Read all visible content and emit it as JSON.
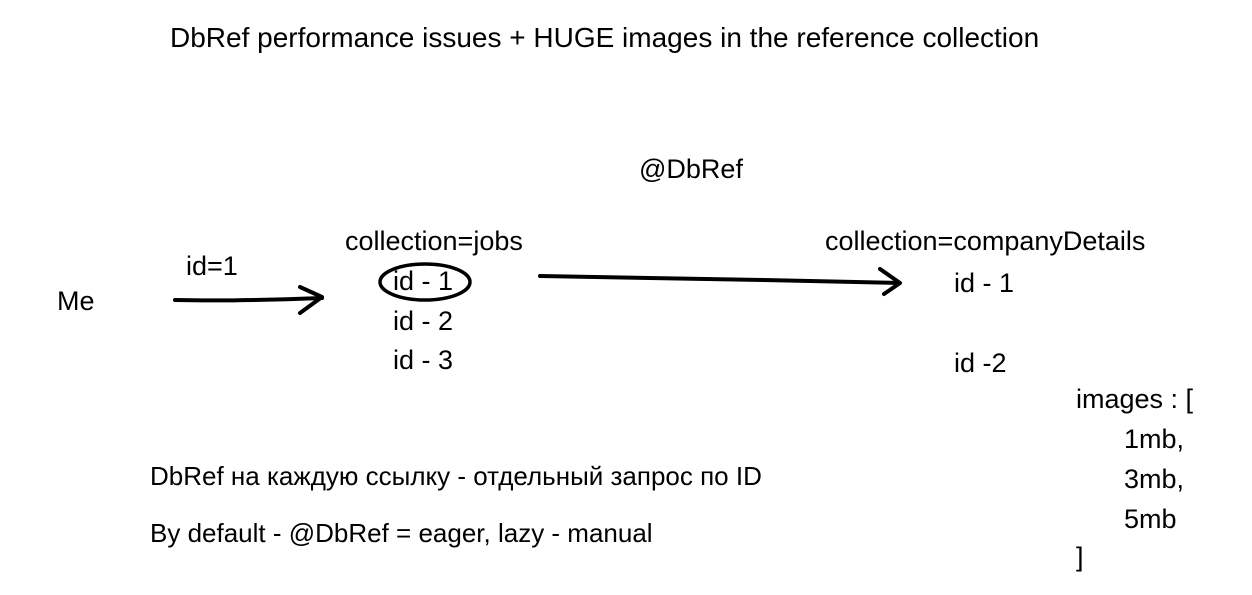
{
  "title": "DbRef performance issues + HUGE images in the reference collection",
  "dbref_label": "@DbRef",
  "me_label": "Me",
  "request_label": "id=1",
  "jobs": {
    "title": "collection=jobs",
    "items": [
      "id - 1",
      "id - 2",
      "id - 3"
    ]
  },
  "company_details": {
    "title": "collection=companyDetails",
    "items": [
      "id - 1",
      "id -2"
    ],
    "images_open": "images : [",
    "images": [
      "1mb,",
      "3mb,",
      "5mb"
    ],
    "images_close": "]"
  },
  "notes": [
    "DbRef на каждую ссылку - отдельный запрос по ID",
    "By default - @DbRef = eager, lazy - manual"
  ]
}
